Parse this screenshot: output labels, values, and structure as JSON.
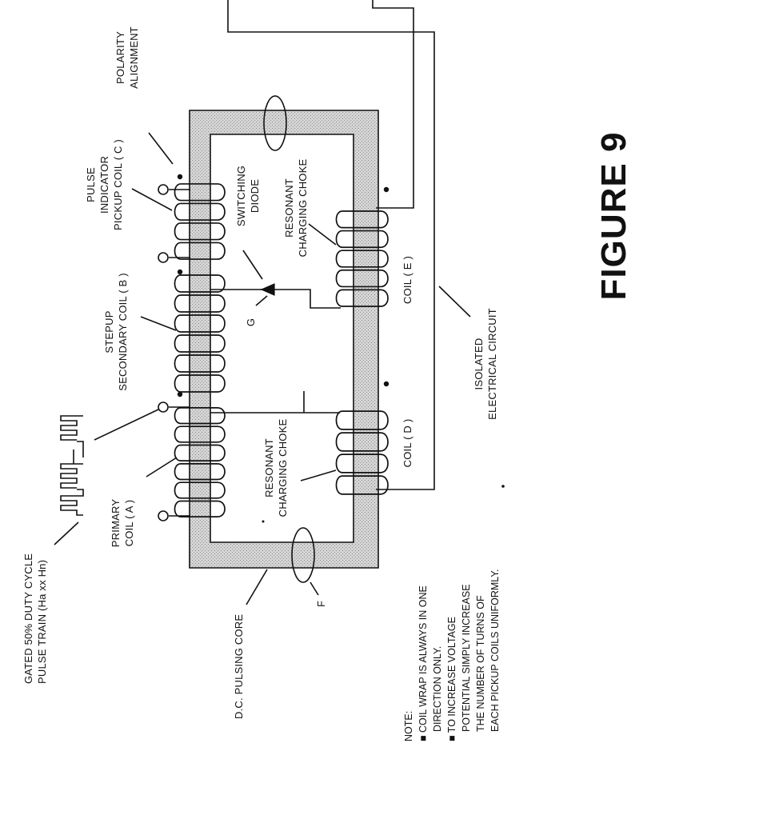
{
  "figure_title": "FIGURE  9",
  "labels": {
    "pulse_train_line1": "GATED 50% DUTY CYCLE",
    "pulse_train_line2": "PULSE TRAIN  (Ha xx Hn)",
    "primary_line1": "PRIMARY",
    "primary_line2": "COIL ( A )",
    "stepup_line1": "STEPUP",
    "stepup_line2": "SECONDARY COIL ( B )",
    "pickup_line1": "PULSE",
    "pickup_line2": "INDICATOR",
    "pickup_line3": "PICKUP COIL ( C )",
    "polarity_line1": "POLARITY",
    "polarity_line2": "ALIGNMENT",
    "diode_line1": "SWITCHING",
    "diode_line2": "DIODE",
    "gate": "G",
    "choke_e_line1": "RESONANT",
    "choke_e_line2": "CHARGING CHOKE",
    "coil_e": "COIL ( E )",
    "choke_d_line1": "RESONANT",
    "choke_d_line2": "CHARGING CHOKE",
    "coil_d": "COIL ( D )",
    "isolated_line1": "ISOLATED",
    "isolated_line2": "ELECTRICAL CIRCUIT",
    "core": "D.C. PULSING CORE",
    "f_label": "F"
  },
  "note": {
    "title": "NOTE:",
    "bullet1_line1": "COIL WRAP IS ALWAYS IN ONE",
    "bullet1_line2": "DIRECTION ONLY.",
    "bullet2_line1": "TO INCREASE VOLTAGE",
    "bullet2_line2": "POTENTIAL SIMPLY INCREASE",
    "bullet2_line3": "THE NUMBER OF TURNS OF",
    "bullet2_line4": "EACH PICKUP COILS UNIFORMLY."
  }
}
